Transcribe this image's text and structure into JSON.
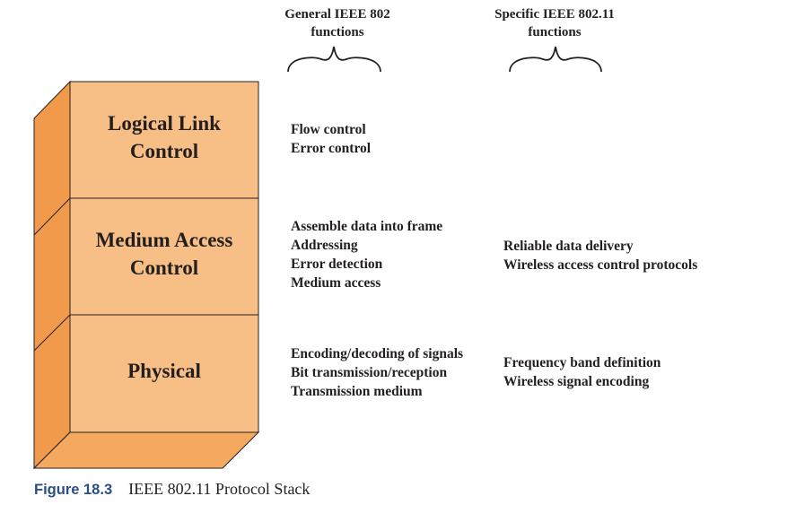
{
  "headers": {
    "general": [
      "General IEEE 802",
      "functions"
    ],
    "specific": [
      "Specific IEEE 802.11",
      "functions"
    ]
  },
  "layers": {
    "llc": {
      "label": [
        "Logical Link",
        "Control"
      ],
      "general": [
        "Flow control",
        "Error control"
      ],
      "specific": []
    },
    "mac": {
      "label": [
        "Medium Access",
        "Control"
      ],
      "general": [
        "Assemble data into frame",
        "Addressing",
        "Error detection",
        "Medium access"
      ],
      "specific": [
        "Reliable data delivery",
        "Wireless access control protocols"
      ]
    },
    "phy": {
      "label": [
        "Physical"
      ],
      "general": [
        "Encoding/decoding of signals",
        "Bit transmission/reception",
        "Transmission medium"
      ],
      "specific": [
        "Frequency band definition",
        "Wireless signal encoding"
      ]
    }
  },
  "caption": {
    "number": "Figure 18.3",
    "title": "IEEE 802.11 Protocol Stack"
  },
  "colors": {
    "front_face": "#f7bf85",
    "side_face": "#f29a4b",
    "bottom_face": "#f5a95f",
    "outline": "#231f20",
    "caption_number": "#2a4f88"
  }
}
